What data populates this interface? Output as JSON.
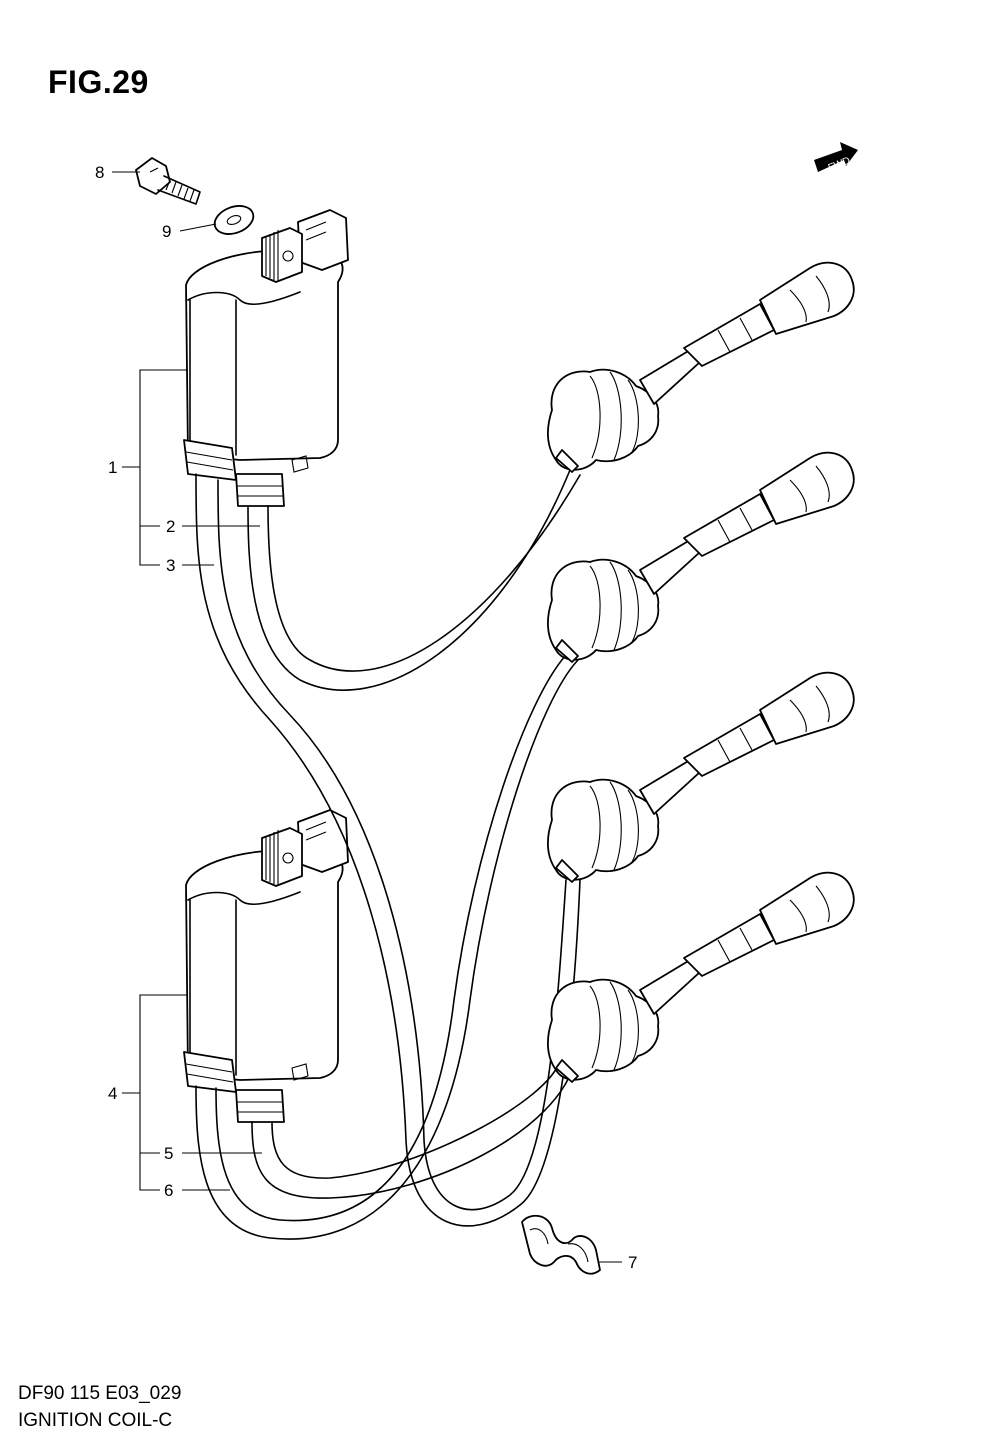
{
  "figure": {
    "title": "FIG.29",
    "code": "DF90 115 E03_029",
    "name": "IGNITION COIL-C",
    "direction_badge": "FWD"
  },
  "callouts": [
    "1",
    "2",
    "3",
    "4",
    "5",
    "6",
    "7",
    "8",
    "9"
  ]
}
